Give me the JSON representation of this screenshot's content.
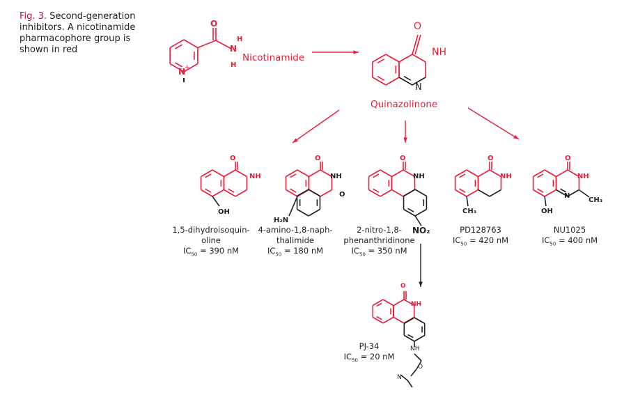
{
  "caption": {
    "fig": "Fig. 3.",
    "text": "Second-generation inhibitors. A nicotinamide pharmacophore group is shown in red"
  },
  "colors": {
    "pharmacophore": "#e8203c",
    "black": "#231f20",
    "caption_accent": "#b0123a"
  },
  "nicotinamide": {
    "name": "Nicotinamide",
    "atoms": {
      "o": "O",
      "n": "N",
      "h1": "H",
      "h2": "H",
      "ring_n": "N",
      "charge": "+"
    }
  },
  "quinazolinone": {
    "name": "Quinazolinone",
    "atoms": {
      "o": "O",
      "nh": "NH",
      "n": "N"
    }
  },
  "compounds": [
    {
      "name_line1": "1,5-dihydroisoquin-",
      "name_line2": "oline",
      "ic50_prefix": "IC",
      "ic50_sub": "50",
      "ic50_value": "= 390 nM",
      "atoms": [
        "O",
        "NH",
        "OH"
      ]
    },
    {
      "name_line1": "4-amino-1,8-naph-",
      "name_line2": "thalimide",
      "ic50_prefix": "IC",
      "ic50_sub": "50",
      "ic50_value": "= 180 nM",
      "atoms": [
        "O",
        "NH",
        "O",
        "H₂N"
      ]
    },
    {
      "name_line1": "2-nitro-1,8-",
      "name_line2": "phenanthridinone",
      "ic50_prefix": "IC",
      "ic50_sub": "50",
      "ic50_value": "= 350 nM",
      "atoms": [
        "O",
        "NH",
        "NO₂"
      ]
    },
    {
      "name_line1": "PD128763",
      "name_line2": "",
      "ic50_prefix": "IC",
      "ic50_sub": "50",
      "ic50_value": "= 420 nM",
      "atoms": [
        "O",
        "NH",
        "CH₃"
      ]
    },
    {
      "name_line1": "NU1025",
      "name_line2": "",
      "ic50_prefix": "IC",
      "ic50_sub": "50",
      "ic50_value": "= 400 nM",
      "atoms": [
        "O",
        "NH",
        "N",
        "CH₃",
        "OH"
      ]
    },
    {
      "name_line1": "PJ-34",
      "name_line2": "",
      "ic50_prefix": "IC",
      "ic50_sub": "50",
      "ic50_value": "= 20 nM",
      "atoms": [
        "O",
        "NH",
        "NH",
        "O",
        "N"
      ]
    }
  ]
}
